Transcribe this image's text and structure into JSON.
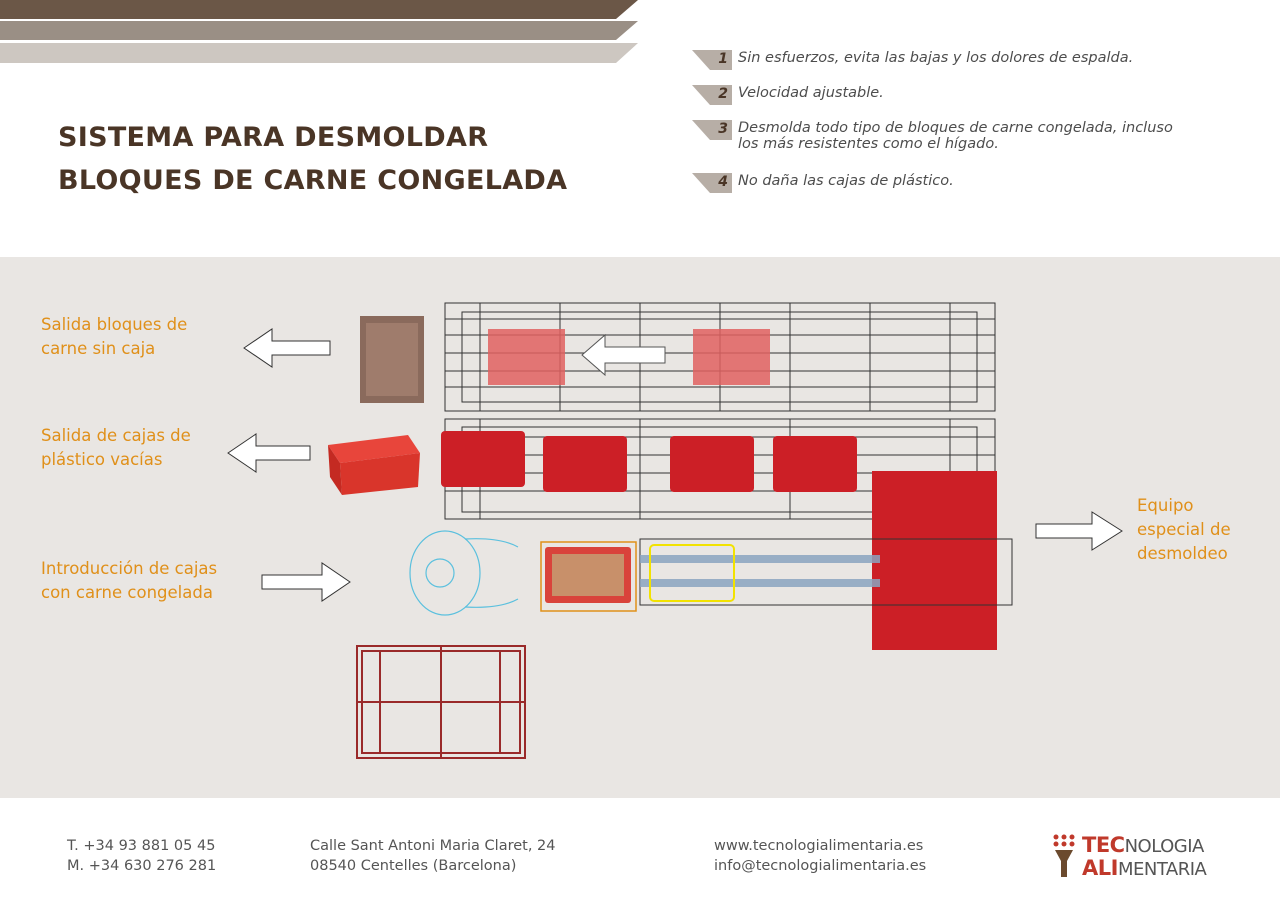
{
  "header": {
    "title_line1": "SISTEMA PARA DESMOLDAR",
    "title_line2": "BLOQUES DE CARNE CONGELADA"
  },
  "features": [
    {
      "number": "1",
      "text": "Sin esfuerzos, evita las bajas y los dolores de espalda."
    },
    {
      "number": "2",
      "text": "Velocidad ajustable."
    },
    {
      "number": "3",
      "text_line1": "Desmolda todo tipo de bloques de carne congelada, incluso",
      "text_line2": "los más resistentes como el hígado."
    },
    {
      "number": "4",
      "text": "No daña las cajas de plástico."
    }
  ],
  "diagram": {
    "label_outlet_blocks_line1": "Salida bloques de",
    "label_outlet_blocks_line2": "carne sin caja",
    "label_outlet_boxes_line1": "Salida de cajas de",
    "label_outlet_boxes_line2": "plástico vacías",
    "label_input_line1": "Introducción de cajas",
    "label_input_line2": "con carne congelada",
    "label_equipment_line1": "Equipo",
    "label_equipment_line2": "especial de",
    "label_equipment_line3": "desmoldeo"
  },
  "footer": {
    "phone": "T. +34 93 881 05 45",
    "mobile": "M. +34 630 276 281",
    "address_line1": "Calle Sant Antoni Maria Claret, 24",
    "address_line2": "08540 Centelles (Barcelona)",
    "web": "www.tecnologialimentaria.es",
    "email": "info@tecnologialimentaria.es"
  },
  "logo": {
    "bold1": "TEC",
    "light1": "NOLOGIA",
    "bold2": "ALI",
    "light2": "MENTARIA"
  },
  "colors": {
    "brand_brown": "#4a3526",
    "accent_orange": "#e0901a",
    "accent_red": "#cc1f26",
    "background_diagram": "#e9e6e3"
  }
}
